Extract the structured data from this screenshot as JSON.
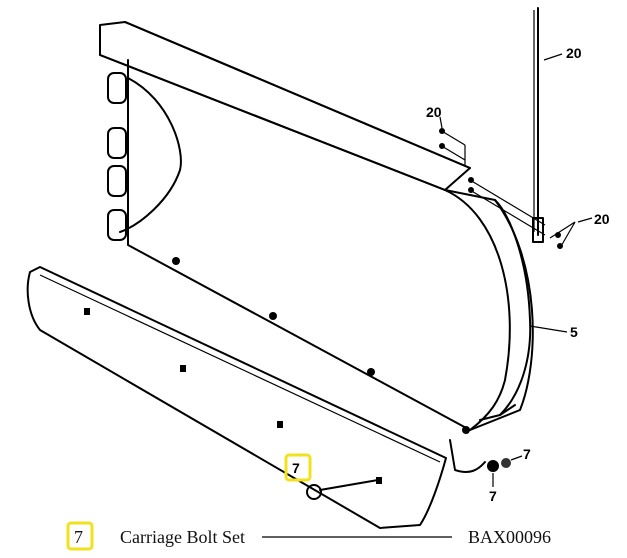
{
  "callouts": {
    "antenna_top": "20",
    "bracket_upper": "20",
    "bracket_right": "20",
    "moldboard": "5",
    "bolt_highlight": "7",
    "nut_right": "7",
    "nut_bottom": "7"
  },
  "legend": {
    "key": "7",
    "description": "Carriage Bolt Set",
    "part_number": "BAX00096"
  },
  "colors": {
    "highlight": "#f2e21d",
    "line": "#000000"
  }
}
